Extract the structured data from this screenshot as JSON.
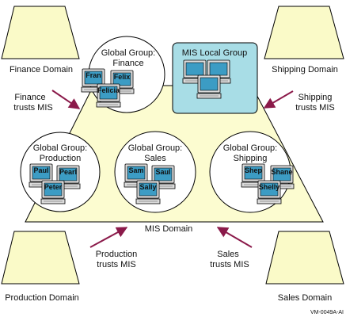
{
  "colors": {
    "domain_fill": "#fafac8",
    "mis_fill": "#fcfcd0",
    "local_group_fill": "#a8dde6",
    "screen_fill": "#3c9cc4",
    "computer_fill": "#dcdcdc",
    "arrow": "#8b1a4a",
    "outline": "#000000"
  },
  "mis_domain": {
    "label": "MIS Domain"
  },
  "domains": {
    "finance": {
      "label": "Finance Domain"
    },
    "shipping": {
      "label": "Shipping Domain"
    },
    "production": {
      "label": "Production Domain"
    },
    "sales": {
      "label": "Sales Domain"
    }
  },
  "trusts": {
    "finance": {
      "line1": "Finance",
      "line2": "trusts MIS"
    },
    "shipping": {
      "line1": "Shipping",
      "line2": "trusts MIS"
    },
    "production": {
      "line1": "Production",
      "line2": "trusts MIS"
    },
    "sales": {
      "line1": "Sales",
      "line2": "trusts MIS"
    }
  },
  "local_group": {
    "label": "MIS Local Group"
  },
  "global_groups": {
    "finance": {
      "title": "Global Group:",
      "name": "Finance",
      "users": [
        "Fran",
        "Felix",
        "Felicia"
      ]
    },
    "production": {
      "title": "Global Group:",
      "name": "Production",
      "users": [
        "Paul",
        "Pearl",
        "Peter"
      ]
    },
    "sales": {
      "title": "Global Group:",
      "name": "Sales",
      "users": [
        "Sam",
        "Saul",
        "Sally"
      ]
    },
    "shipping": {
      "title": "Global Group:",
      "name": "Shipping",
      "users": [
        "Shep",
        "Shane",
        "Shelly"
      ]
    }
  },
  "figure_id": "VM-0049A-AI"
}
